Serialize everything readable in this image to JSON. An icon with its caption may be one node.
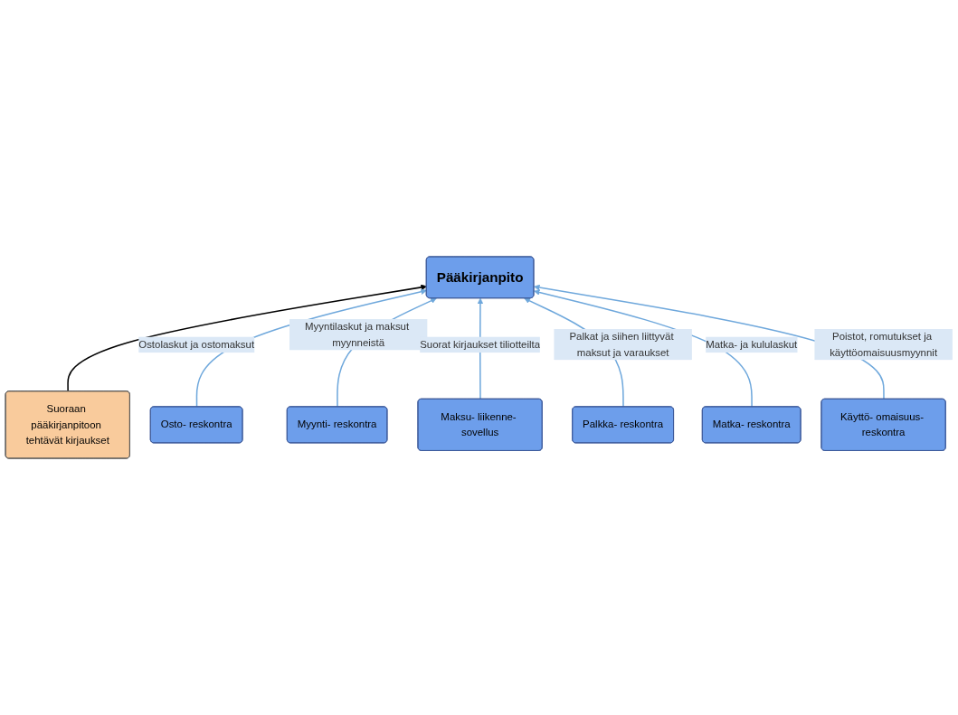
{
  "diagram": {
    "nodes": [
      {
        "text": [
          "Suoraan pääkirjanpitoon tehtävät kirjaukset"
        ]
      },
      {
        "text": [
          "Pääkirjanpito"
        ]
      },
      {
        "text": [
          "Osto- reskontra"
        ]
      },
      {
        "text": [
          "Myynti- reskontra"
        ]
      },
      {
        "text": [
          "Maksu- liikenne- sovellus"
        ]
      },
      {
        "text": [
          "Palkka- reskontra"
        ]
      },
      {
        "text": [
          "Matka- reskontra"
        ]
      },
      {
        "text": [
          "Käyttö- omaisuus- reskontra"
        ]
      }
    ],
    "edges": [
      {
        "from": 0,
        "to": 1,
        "arrow": "to",
        "color": "#000000"
      },
      {
        "from": 2,
        "to": 1,
        "arrow": "to",
        "label": "Ostolaskut ja ostomaksut"
      },
      {
        "from": 3,
        "to": 1,
        "arrow": "to",
        "label": "Myyntilaskut ja maksut myynneistä"
      },
      {
        "from": 4,
        "to": 1,
        "arrow": "to",
        "label": "Suorat kirjaukset tiliotteilta"
      },
      {
        "from": 5,
        "to": 1,
        "arrow": "to",
        "label": "Palkat ja siihen liittyvät maksut ja varaukset"
      },
      {
        "from": 6,
        "to": 1,
        "arrow": "to",
        "label": "Matka- ja kululaskut"
      },
      {
        "from": 7,
        "to": 1,
        "arrow": "to",
        "label": "Poistot, romutukset ja käyttöomaisuusmyynnit"
      }
    ]
  }
}
